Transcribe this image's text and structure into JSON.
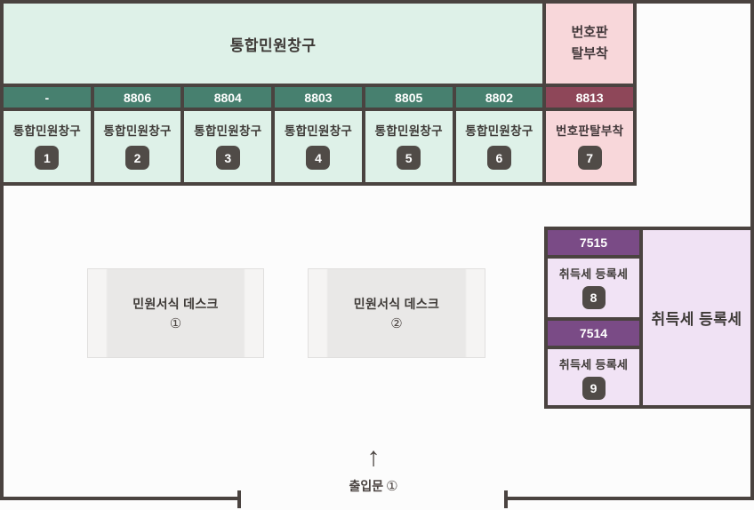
{
  "floor_plan": {
    "counter_section": {
      "title": "통합민원창구",
      "plate_header_line1": "번호판",
      "plate_header_line2": "탈부착",
      "counters": [
        {
          "ext": "-",
          "label": "통합민원창구",
          "num": "1"
        },
        {
          "ext": "8806",
          "label": "통합민원창구",
          "num": "2"
        },
        {
          "ext": "8804",
          "label": "통합민원창구",
          "num": "3"
        },
        {
          "ext": "8803",
          "label": "통합민원창구",
          "num": "4"
        },
        {
          "ext": "8805",
          "label": "통합민원창구",
          "num": "5"
        },
        {
          "ext": "8802",
          "label": "통합민원창구",
          "num": "6"
        },
        {
          "ext": "8813",
          "label": "번호판탈부착",
          "num": "7"
        }
      ]
    },
    "form_desks": [
      {
        "label": "민원서식 데스크",
        "num": "①"
      },
      {
        "label": "민원서식 데스크",
        "num": "②"
      }
    ],
    "tax_section": {
      "title": "취득세 등록세",
      "counters": [
        {
          "ext": "7515",
          "label": "취득세 등록세",
          "num": "8"
        },
        {
          "ext": "7514",
          "label": "취득세 등록세",
          "num": "9"
        }
      ]
    },
    "entrance": {
      "arrow": "↑",
      "label": "출입문",
      "num": "①"
    }
  },
  "colors": {
    "wall": "#4a4340",
    "mint": "#def1e8",
    "teal_band": "#47806f",
    "pink": "#f8d7da",
    "maroon_band": "#8e4759",
    "purple_band": "#7a4b86",
    "light_purple": "#f1e3f5",
    "badge": "#504b47",
    "desk_gray": "#e9e8e7"
  }
}
